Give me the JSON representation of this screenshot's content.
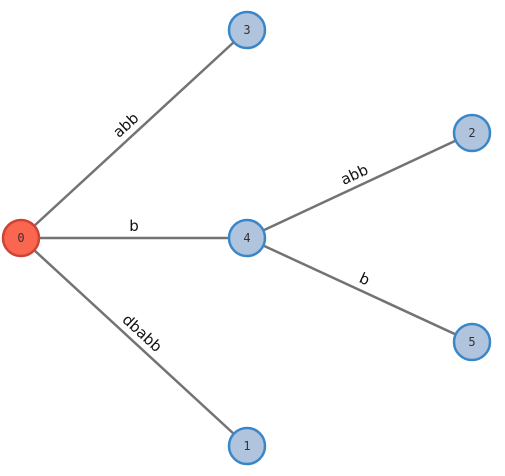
{
  "colors": {
    "root_fill": "#fa6650",
    "root_stroke": "#cc4433",
    "node_fill": "#b0c4de",
    "node_stroke": "#3a87c8",
    "edge": "#737373",
    "background": "#ffffff"
  },
  "nodes": [
    {
      "id": "0",
      "label": "0",
      "root": true
    },
    {
      "id": "3",
      "label": "3",
      "root": false
    },
    {
      "id": "4",
      "label": "4",
      "root": false
    },
    {
      "id": "1",
      "label": "1",
      "root": false
    },
    {
      "id": "2",
      "label": "2",
      "root": false
    },
    {
      "id": "5",
      "label": "5",
      "root": false
    }
  ],
  "edges": [
    {
      "from": "0",
      "to": "3",
      "label": "abb"
    },
    {
      "from": "0",
      "to": "4",
      "label": "b"
    },
    {
      "from": "0",
      "to": "1",
      "label": "dbabb"
    },
    {
      "from": "4",
      "to": "2",
      "label": "abb"
    },
    {
      "from": "4",
      "to": "5",
      "label": "b"
    }
  ]
}
